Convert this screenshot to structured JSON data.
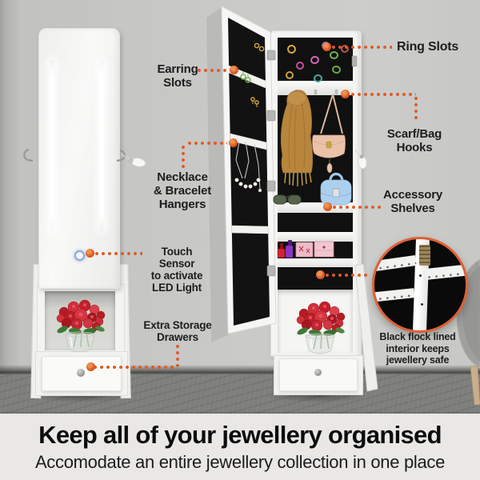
{
  "banner": {
    "title": "Keep all of your jewellery organised",
    "subtitle": "Accomodate an entire jewellery collection in one place"
  },
  "callouts": {
    "ring_slots": "Ring Slots",
    "earring_slots": "Earring\nSlots",
    "scarf_bag_hooks": "Scarf/Bag\nHooks",
    "necklace_bracelet_hangers": "Necklace\n& Bracelet\nHangers",
    "accessory_shelves": "Accessory\nShelves",
    "touch_sensor": "Touch Sensor\nto activate\nLED Light",
    "extra_storage_drawers": "Extra Storage\nDrawers",
    "flock_interior": "Black flock lined\ninterior keeps\njewellery safe"
  },
  "colors": {
    "accent_orange": "#DD5B27",
    "banner_bg": "#E9E8E6",
    "flock_black": "#101010",
    "cabinet_white": "#F5F5F3",
    "wall_grey": "#C7C7C5",
    "floor_grey": "#7E7E7D"
  }
}
